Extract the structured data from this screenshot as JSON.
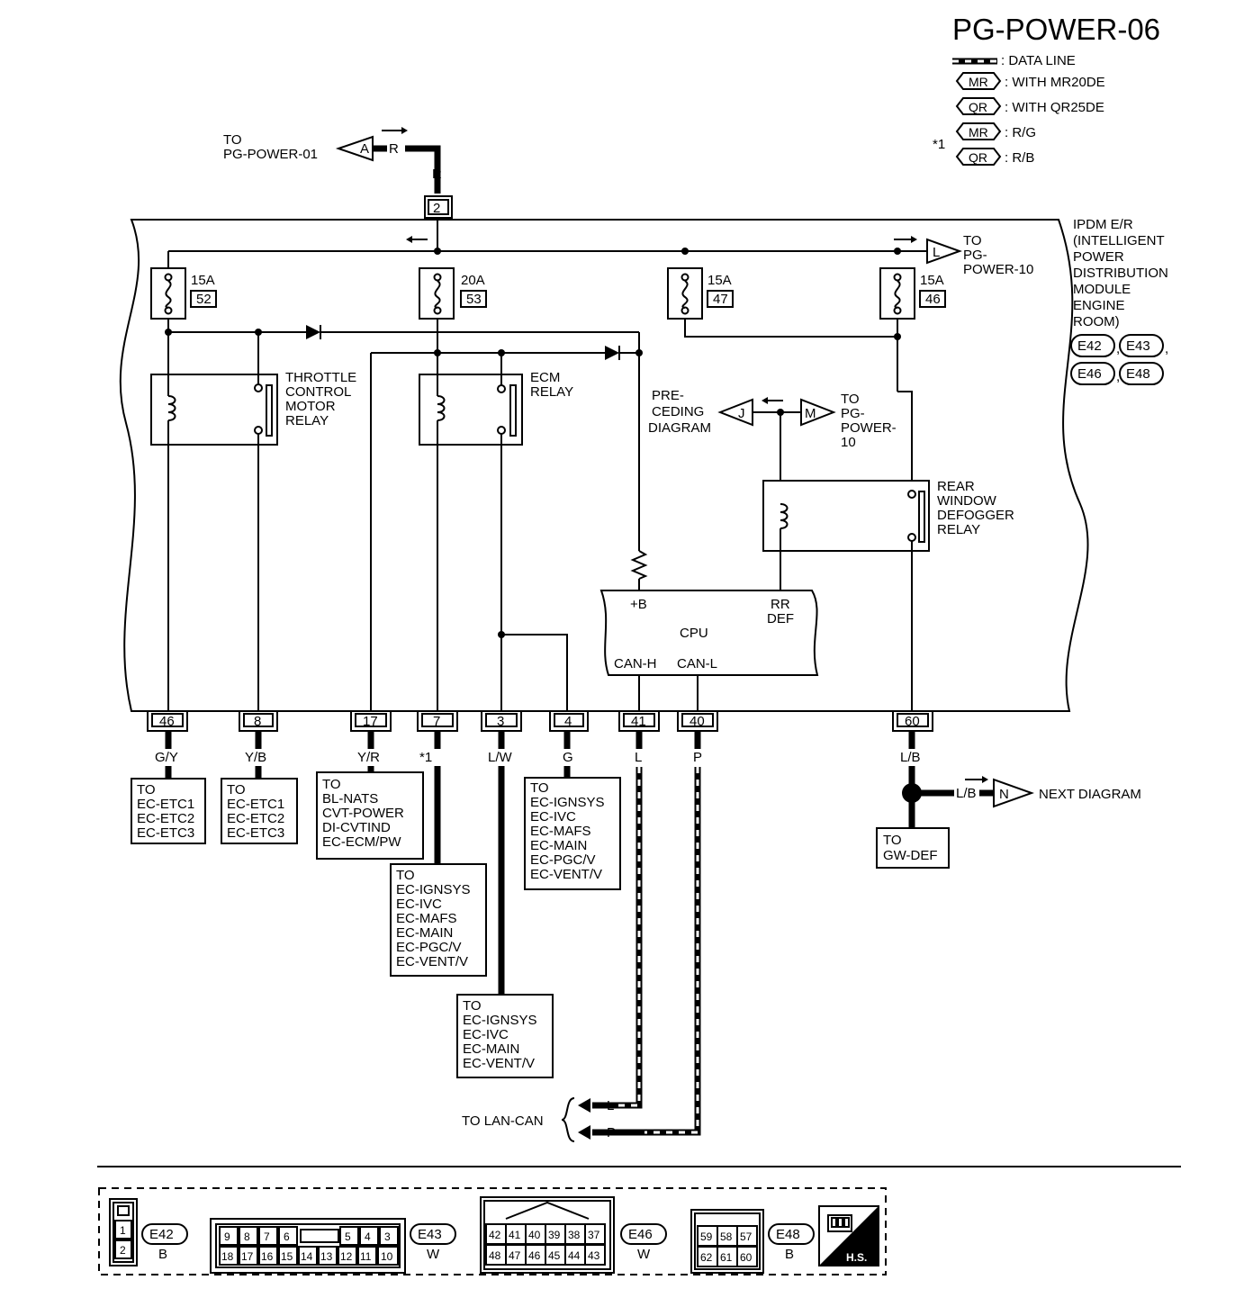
{
  "title": "PG-POWER-06",
  "legend": {
    "data_line": ": DATA LINE",
    "mr_tag": "MR",
    "qr_tag": "QR",
    "with_mr": ": WITH MR20DE",
    "with_qr": ": WITH QR25DE",
    "star": "*1",
    "mr_color": ": R/G",
    "qr_color": ": R/B"
  },
  "top": {
    "to": "TO",
    "pg_power_01": "PG-POWER-01",
    "conn_a": "A",
    "wire_r": "R",
    "wire_r2": "R",
    "terminal_2": "2"
  },
  "module": {
    "l1": "IPDM E/R",
    "l2": "(INTELLIGENT",
    "l3": "POWER",
    "l4": "DISTRIBUTION",
    "l5": "MODULE",
    "l6": "ENGINE",
    "l7": "ROOM)",
    "conns": [
      "E42",
      "E43",
      "E46",
      "E48"
    ]
  },
  "right_top": {
    "conn_l": "L",
    "to": "TO",
    "pg": "PG-",
    "power10": "POWER-10"
  },
  "fuses": [
    {
      "amp": "15A",
      "num": "52"
    },
    {
      "amp": "20A",
      "num": "53"
    },
    {
      "amp": "15A",
      "num": "47"
    },
    {
      "amp": "15A",
      "num": "46"
    }
  ],
  "relays": {
    "throttle": [
      "THROTTLE",
      "CONTROL",
      "MOTOR",
      "RELAY"
    ],
    "ecm": [
      "ECM",
      "RELAY"
    ],
    "rear": [
      "REAR",
      "WINDOW",
      "DEFOGGER",
      "RELAY"
    ]
  },
  "preceding": {
    "pre": [
      "PRE-",
      "CEDING",
      "DIAGRAM"
    ],
    "conn_j": "J",
    "conn_m": "M",
    "to": [
      "TO",
      "PG-",
      "POWER-",
      "10"
    ]
  },
  "cpu": {
    "b": "+B",
    "cpu": "CPU",
    "rr": "RR",
    "def": "DEF",
    "canh": "CAN-H",
    "canl": "CAN-L"
  },
  "terminals": [
    "46",
    "8",
    "17",
    "7",
    "3",
    "4",
    "41",
    "40",
    "60"
  ],
  "wires": [
    "G/Y",
    "Y/B",
    "Y/R",
    "*1",
    "L/W",
    "G",
    "L",
    "P",
    "L/B"
  ],
  "dest": {
    "gy": [
      "TO",
      "EC-ETC1",
      "EC-ETC2",
      "EC-ETC3"
    ],
    "yb": [
      "TO",
      "EC-ETC1",
      "EC-ETC2",
      "EC-ETC3"
    ],
    "yr": [
      "TO",
      "BL-NATS",
      "CVT-POWER",
      "DI-CVTIND",
      "EC-ECM/PW"
    ],
    "star1": [
      "TO",
      "EC-IGNSYS",
      "EC-IVC",
      "EC-MAFS",
      "EC-MAIN",
      "EC-PGC/V",
      "EC-VENT/V"
    ],
    "lw": [
      "TO",
      "EC-IGNSYS",
      "EC-IVC",
      "EC-MAIN",
      "EC-VENT/V"
    ],
    "g": [
      "TO",
      "EC-IGNSYS",
      "EC-IVC",
      "EC-MAFS",
      "EC-MAIN",
      "EC-PGC/V",
      "EC-VENT/V"
    ],
    "gw": [
      "TO",
      "GW-DEF"
    ]
  },
  "next": {
    "wire": "L/B",
    "conn_n": "N",
    "label": "NEXT DIAGRAM"
  },
  "lan": {
    "label": "TO LAN-CAN",
    "l": "L",
    "p": "P"
  },
  "connectors": {
    "e42": {
      "name": "E42",
      "color": "B",
      "pins": [
        "1",
        "2"
      ]
    },
    "e43": {
      "name": "E43",
      "color": "W",
      "top": [
        "9",
        "8",
        "7",
        "6",
        "5",
        "4",
        "3"
      ],
      "bottom": [
        "18",
        "17",
        "16",
        "15",
        "14",
        "13",
        "12",
        "11",
        "10"
      ]
    },
    "e46": {
      "name": "E46",
      "color": "W",
      "top": [
        "42",
        "41",
        "40",
        "39",
        "38",
        "37"
      ],
      "bottom": [
        "48",
        "47",
        "46",
        "45",
        "44",
        "43"
      ]
    },
    "e48": {
      "name": "E48",
      "color": "B",
      "top": [
        "59",
        "58",
        "57"
      ],
      "bottom": [
        "62",
        "61",
        "60"
      ]
    },
    "hs": "H.S."
  }
}
